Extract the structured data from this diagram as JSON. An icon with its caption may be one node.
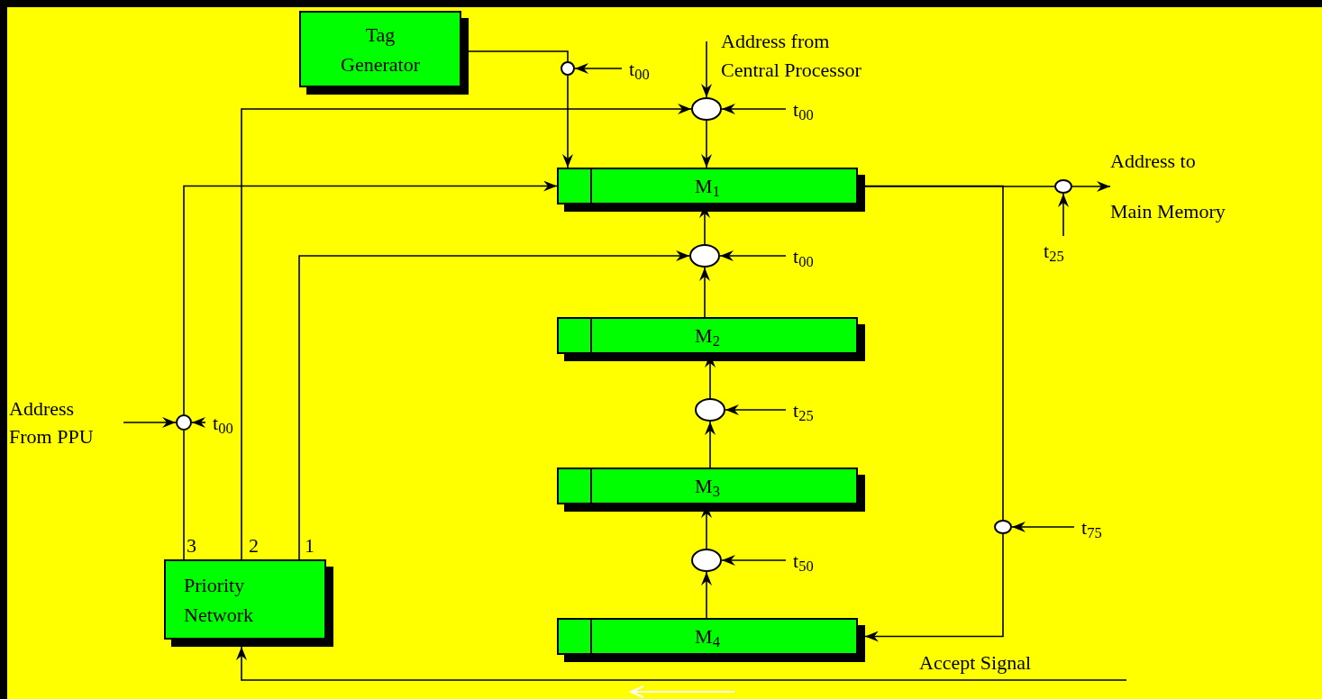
{
  "diagram": {
    "nodes": [
      {
        "text": [
          "Tag Generator"
        ]
      },
      {
        "text": [
          "Address from Central Processor"
        ]
      },
      {
        "text": [
          "M$_{1}$"
        ]
      },
      {
        "text": [
          "M$_{2}$"
        ]
      },
      {
        "text": [
          "M$_{3}$"
        ]
      },
      {
        "text": [
          "M$_{4}$"
        ]
      },
      {
        "text": [
          "Priority Network"
        ]
      },
      {
        "text": [
          "Address From PPU"
        ]
      },
      {
        "text": [],
        "shape": "circle"
      },
      {
        "text": [],
        "shape": "circle"
      },
      {
        "text": [],
        "shape": "circle"
      },
      {
        "text": [],
        "shape": "circle"
      },
      {
        "text": [],
        "shape": "circle"
      },
      {
        "text": [],
        "shape": "circle"
      },
      {
        "text": [],
        "shape": "circle"
      },
      {
        "text": [],
        "shape": "circle"
      },
      {
        "text": [
          "t$_{00}$"
        ]
      },
      {
        "text": [
          "t$_{00}$"
        ]
      },
      {
        "text": [
          "t$_{00}$"
        ]
      },
      {
        "text": [
          "t$_{25}$"
        ]
      },
      {
        "text": [
          "t$_{50}$"
        ]
      },
      {
        "text": [
          "t$_{25}$"
        ]
      },
      {
        "text": [
          "t$_{75}$"
        ]
      },
      {
        "text": [
          "t$_{00}$"
        ]
      },
      {
        "text": [
          "Address to",
          "Main Memory"
        ]
      }
    ],
    "edges": [
      {
        "from": 0,
        "to": 8,
        "arrow": "none"
      },
      {
        "from": 16,
        "to": 8,
        "arrow": "to"
      },
      {
        "from": 8,
        "to": 2,
        "arrow": "to"
      },
      {
        "from": 1,
        "to": 9,
        "arrow": "to"
      },
      {
        "from": 17,
        "to": 9,
        "arrow": "to"
      },
      {
        "from": 9,
        "to": 2,
        "arrow": "to"
      },
      {
        "from": 6,
        "to": 9,
        "arrow": "to"
      },
      {
        "from": 6,
        "to": 15,
        "arrow": "none"
      },
      {
        "from": 7,
        "to": 15,
        "arrow": "to"
      },
      {
        "from": 23,
        "to": 15,
        "arrow": "to"
      },
      {
        "from": 15,
        "to": 2,
        "arrow": "to"
      },
      {
        "from": 6,
        "to": 10,
        "arrow": "to"
      },
      {
        "from": 18,
        "to": 10,
        "arrow": "to"
      },
      {
        "from": 3,
        "to": 10,
        "arrow": "to"
      },
      {
        "from": 10,
        "to": 2,
        "arrow": "to"
      },
      {
        "from": 4,
        "to": 11,
        "arrow": "to"
      },
      {
        "from": 19,
        "to": 11,
        "arrow": "to"
      },
      {
        "from": 11,
        "to": 3,
        "arrow": "to"
      },
      {
        "from": 5,
        "to": 12,
        "arrow": "to"
      },
      {
        "from": 20,
        "to": 12,
        "arrow": "to"
      },
      {
        "from": 12,
        "to": 4,
        "arrow": "to"
      },
      {
        "from": 2,
        "to": 13,
        "arrow": "none"
      },
      {
        "from": 13,
        "to": 24,
        "arrow": "to"
      },
      {
        "from": 21,
        "to": 13,
        "arrow": "to"
      },
      {
        "from": 2,
        "to": 14,
        "arrow": "none"
      },
      {
        "from": 22,
        "to": 14,
        "arrow": "to"
      },
      {
        "from": 14,
        "to": 5,
        "arrow": "to"
      },
      {
        "from": null,
        "to": 6,
        "arrow": "to",
        "label": "Accept Signal"
      }
    ],
    "labels": [
      "3",
      "2",
      "1"
    ]
  }
}
